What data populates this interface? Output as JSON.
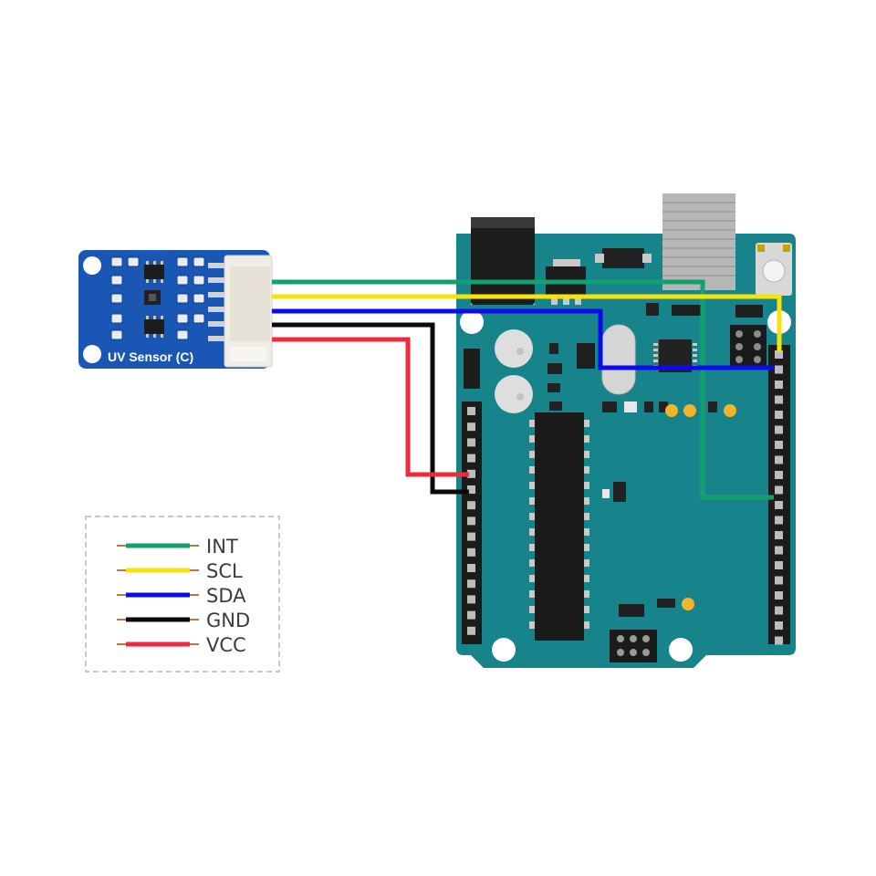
{
  "sensor": {
    "label": "UV Sensor (C)",
    "board_color": "#1a57b4"
  },
  "arduino": {
    "board_color": "#17838b"
  },
  "wires": [
    {
      "id": "int",
      "name": "INT",
      "color": "#14a06e"
    },
    {
      "id": "scl",
      "name": "SCL",
      "color": "#f7e20a"
    },
    {
      "id": "sda",
      "name": "SDA",
      "color": "#0b0bee"
    },
    {
      "id": "gnd",
      "name": "GND",
      "color": "#0a0a0a"
    },
    {
      "id": "vcc",
      "name": "VCC",
      "color": "#ee2a3c"
    }
  ],
  "legend": {
    "items": [
      {
        "label": "INT",
        "color": "#14a06e"
      },
      {
        "label": "SCL",
        "color": "#f7e20a"
      },
      {
        "label": "SDA",
        "color": "#0b0bee"
      },
      {
        "label": "GND",
        "color": "#0a0a0a"
      },
      {
        "label": "VCC",
        "color": "#ee2a3c"
      }
    ]
  }
}
